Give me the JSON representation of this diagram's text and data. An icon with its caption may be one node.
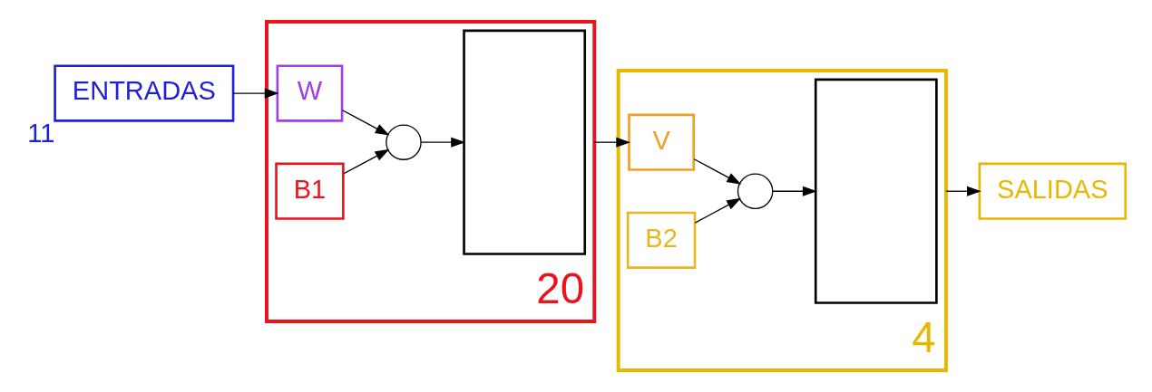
{
  "diagram": {
    "nodes": [
      {
        "text": [
          "ENTRADAS"
        ],
        "beside": [
          "11"
        ]
      },
      {
        "text": [],
        "shape": "box",
        "beside": [
          "20"
        ]
      },
      {
        "text": [
          "W"
        ],
        "in": 1
      },
      {
        "text": [
          "B1"
        ],
        "in": 1
      },
      {
        "text": [],
        "shape": "circle",
        "in": 1
      },
      {
        "text": [],
        "shape": "box",
        "in": 1
      },
      {
        "text": [],
        "shape": "box",
        "beside": [
          "4"
        ]
      },
      {
        "text": [
          "V"
        ],
        "in": 6
      },
      {
        "text": [
          "B2"
        ],
        "in": 6
      },
      {
        "text": [],
        "shape": "circle",
        "in": 6
      },
      {
        "text": [],
        "shape": "box",
        "in": 6
      },
      {
        "text": [
          "SALIDAS"
        ]
      }
    ],
    "edges": [
      {
        "from": 0,
        "to": 2,
        "arrow": "to"
      },
      {
        "from": 2,
        "to": 4,
        "arrow": "to"
      },
      {
        "from": 3,
        "to": 4,
        "arrow": "to"
      },
      {
        "from": 4,
        "to": 5,
        "arrow": "to"
      },
      {
        "from": 1,
        "to": 7,
        "arrow": "to"
      },
      {
        "from": 7,
        "to": 9,
        "arrow": "to"
      },
      {
        "from": 8,
        "to": 9,
        "arrow": "to"
      },
      {
        "from": 9,
        "to": 10,
        "arrow": "to"
      },
      {
        "from": 6,
        "to": 11,
        "arrow": "to"
      }
    ]
  }
}
